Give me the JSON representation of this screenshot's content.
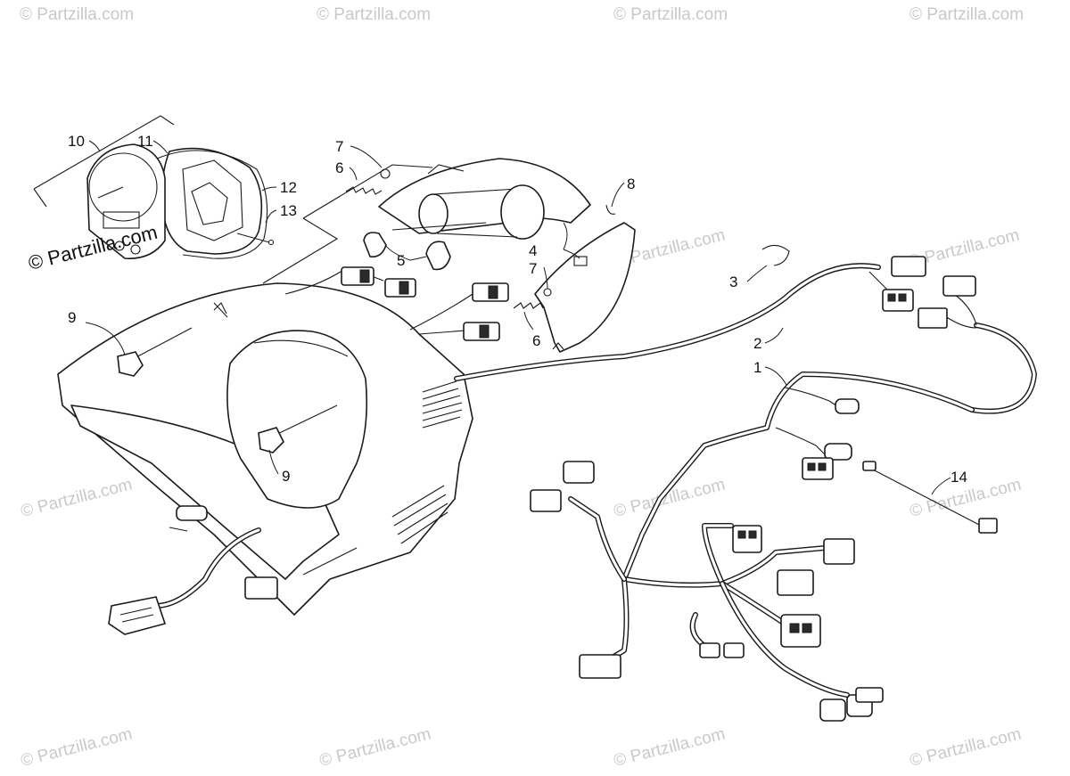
{
  "watermark": {
    "text": "© Partzilla.com",
    "main_text": "© Partzilla.com"
  },
  "callouts": {
    "c1": "1",
    "c2": "2",
    "c3": "3",
    "c4": "4",
    "c5": "5",
    "c6a": "6",
    "c6b": "6",
    "c7a": "7",
    "c7b": "7",
    "c8": "8",
    "c9a": "9",
    "c9b": "9",
    "c10": "10",
    "c11": "11",
    "c12": "12",
    "c13": "13",
    "c14": "14"
  }
}
